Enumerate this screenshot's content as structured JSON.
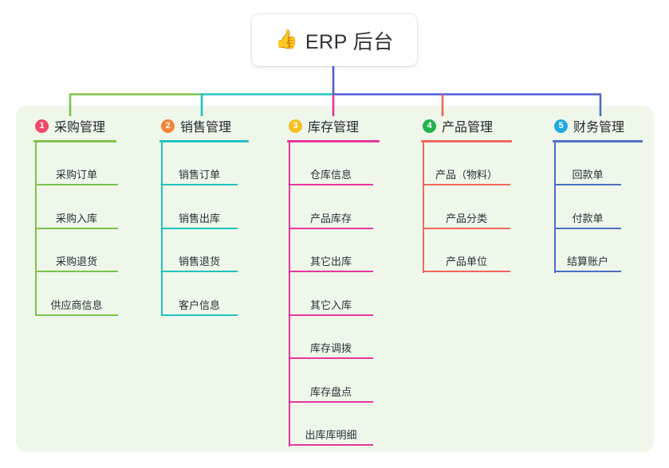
{
  "root": {
    "icon": "thumbs-up-emoji",
    "emoji": "👍",
    "title": "ERP 后台"
  },
  "theme": {
    "panel_bg": "#eef7ea",
    "page_bg": "#ffffff",
    "text": "#2b2f35",
    "wire_main": "#4f5bd5"
  },
  "columns": [
    {
      "number": "1",
      "title": "采购管理",
      "badge_color": "#f2486b",
      "accent": "#7ec24a",
      "items": [
        {
          "label": "采购订单"
        },
        {
          "label": "采购入库"
        },
        {
          "label": "采购退货"
        },
        {
          "label": "供应商信息"
        }
      ]
    },
    {
      "number": "2",
      "title": "销售管理",
      "badge_color": "#f58336",
      "accent": "#1fc3bd",
      "items": [
        {
          "label": "销售订单"
        },
        {
          "label": "销售出库"
        },
        {
          "label": "销售退货"
        },
        {
          "label": "客户信息"
        }
      ]
    },
    {
      "number": "3",
      "title": "库存管理",
      "badge_color": "#f7be21",
      "accent": "#e8359a",
      "items": [
        {
          "label": "仓库信息"
        },
        {
          "label": "产品库存"
        },
        {
          "label": "其它出库"
        },
        {
          "label": "其它入库"
        },
        {
          "label": "库存调拨"
        },
        {
          "label": "库存盘点"
        },
        {
          "label": "出库库明细"
        }
      ]
    },
    {
      "number": "4",
      "title": "产品管理",
      "badge_color": "#22b24c",
      "accent": "#f2655e",
      "items": [
        {
          "label": "产品（物料）"
        },
        {
          "label": "产品分类"
        },
        {
          "label": "产品单位"
        }
      ]
    },
    {
      "number": "5",
      "title": "财务管理",
      "badge_color": "#22a7e0",
      "accent": "#4e6fc4",
      "items": [
        {
          "label": "回款单"
        },
        {
          "label": "付款单"
        },
        {
          "label": "结算账户"
        }
      ]
    }
  ]
}
